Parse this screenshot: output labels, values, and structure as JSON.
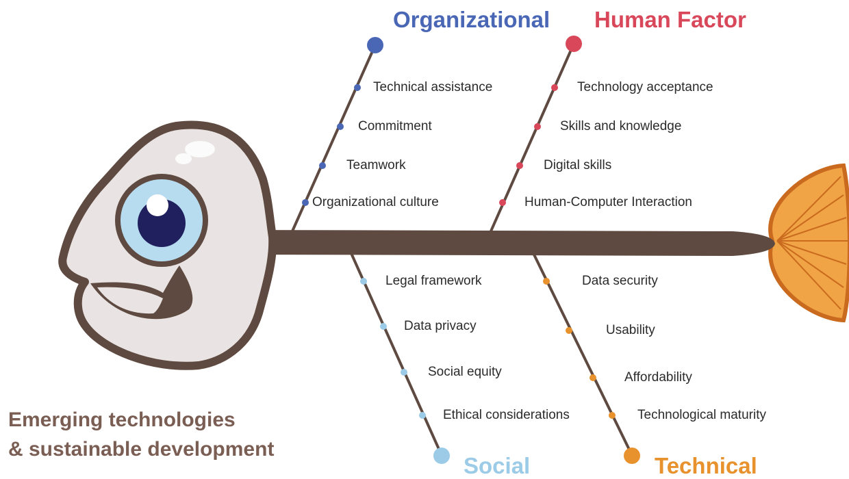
{
  "problem": {
    "line1": "Emerging technologies",
    "line2": "& sustainable development"
  },
  "colors": {
    "spine": "#5e4a40",
    "organizational": "#4a67b5",
    "human_factor": "#d9485a",
    "social": "#9bcbe6",
    "technical": "#e8922e",
    "problem_text": "#7a5e54"
  },
  "icons": [
    "fish-head-icon",
    "fish-eye-icon",
    "fish-tail-icon"
  ],
  "categories": {
    "organizational": {
      "label": "Organizational",
      "factors": [
        "Technical assistance",
        "Commitment",
        "Teamwork",
        "Organizational culture"
      ]
    },
    "human_factor": {
      "label": "Human Factor",
      "factors": [
        "Technology acceptance",
        "Skills and knowledge",
        "Digital skills",
        "Human-Computer Interaction"
      ]
    },
    "social": {
      "label": "Social",
      "factors": [
        "Legal framework",
        "Data privacy",
        "Social equity",
        "Ethical considerations"
      ]
    },
    "technical": {
      "label": "Technical",
      "factors": [
        "Data security",
        "Usability",
        "Affordability",
        "Technological maturity"
      ]
    }
  }
}
